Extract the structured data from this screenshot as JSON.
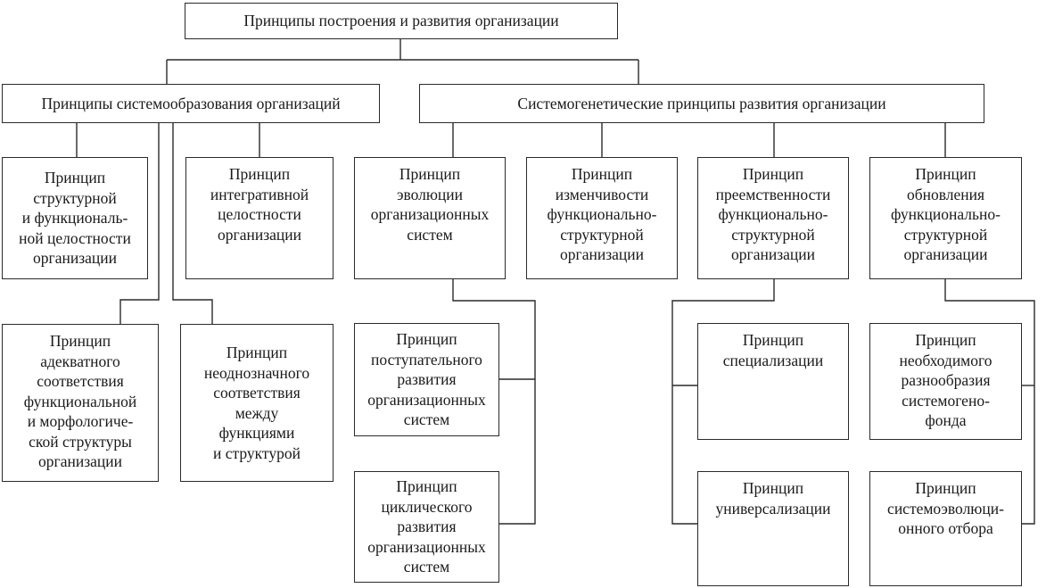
{
  "colors": {
    "line": "#2a2a2a",
    "background": "#ffffff",
    "text": "#1a1a1a"
  },
  "root": "Принципы построения и развития организации",
  "left_header": "Принципы системообразования организаций",
  "right_header": "Системогенетические принципы развития организации",
  "nodes": {
    "structural_integrity": "Принцип\nструктурной\nи функциональ-\nной целостности\nорганизации",
    "integrative_integrity": "Принцип\nинтегративной\nцелостности\nорганизации",
    "adequate_correspondence": "Принцип\nадекватного\nсоответствия\nфункциональной\nи морфологиче-\nской структуры\nорганизации",
    "ambiguous_correspondence": "Принцип\nнеоднозначного\nсоответствия\nмежду\nфункциями\nи структурой",
    "evolution": "Принцип\nэволюции\nорганизационных\nсистем",
    "variability": "Принцип\nизменчивости\nфункционально-\nструктурной\nорганизации",
    "continuity": "Принцип\nпреемственности\nфункционально-\nструктурной\nорганизации",
    "renewal": "Принцип\nобновления\nфункционально-\nструктурной\nорганизации",
    "progressive": "Принцип\nпоступательного\nразвития\nорганизационных\nсистем",
    "cyclic": "Принцип\nциклического\nразвития\nорганизационных\nсистем",
    "specialization": "Принцип\nспециализации",
    "universalization": "Принцип\nуниверсализации",
    "necessary_diversity": "Принцип\nнеобходимого\nразнообразия\nсистемогено-\nфонда",
    "evolutionary_selection": "Принцип\nсистемоэволюци-\nонного отбора"
  }
}
